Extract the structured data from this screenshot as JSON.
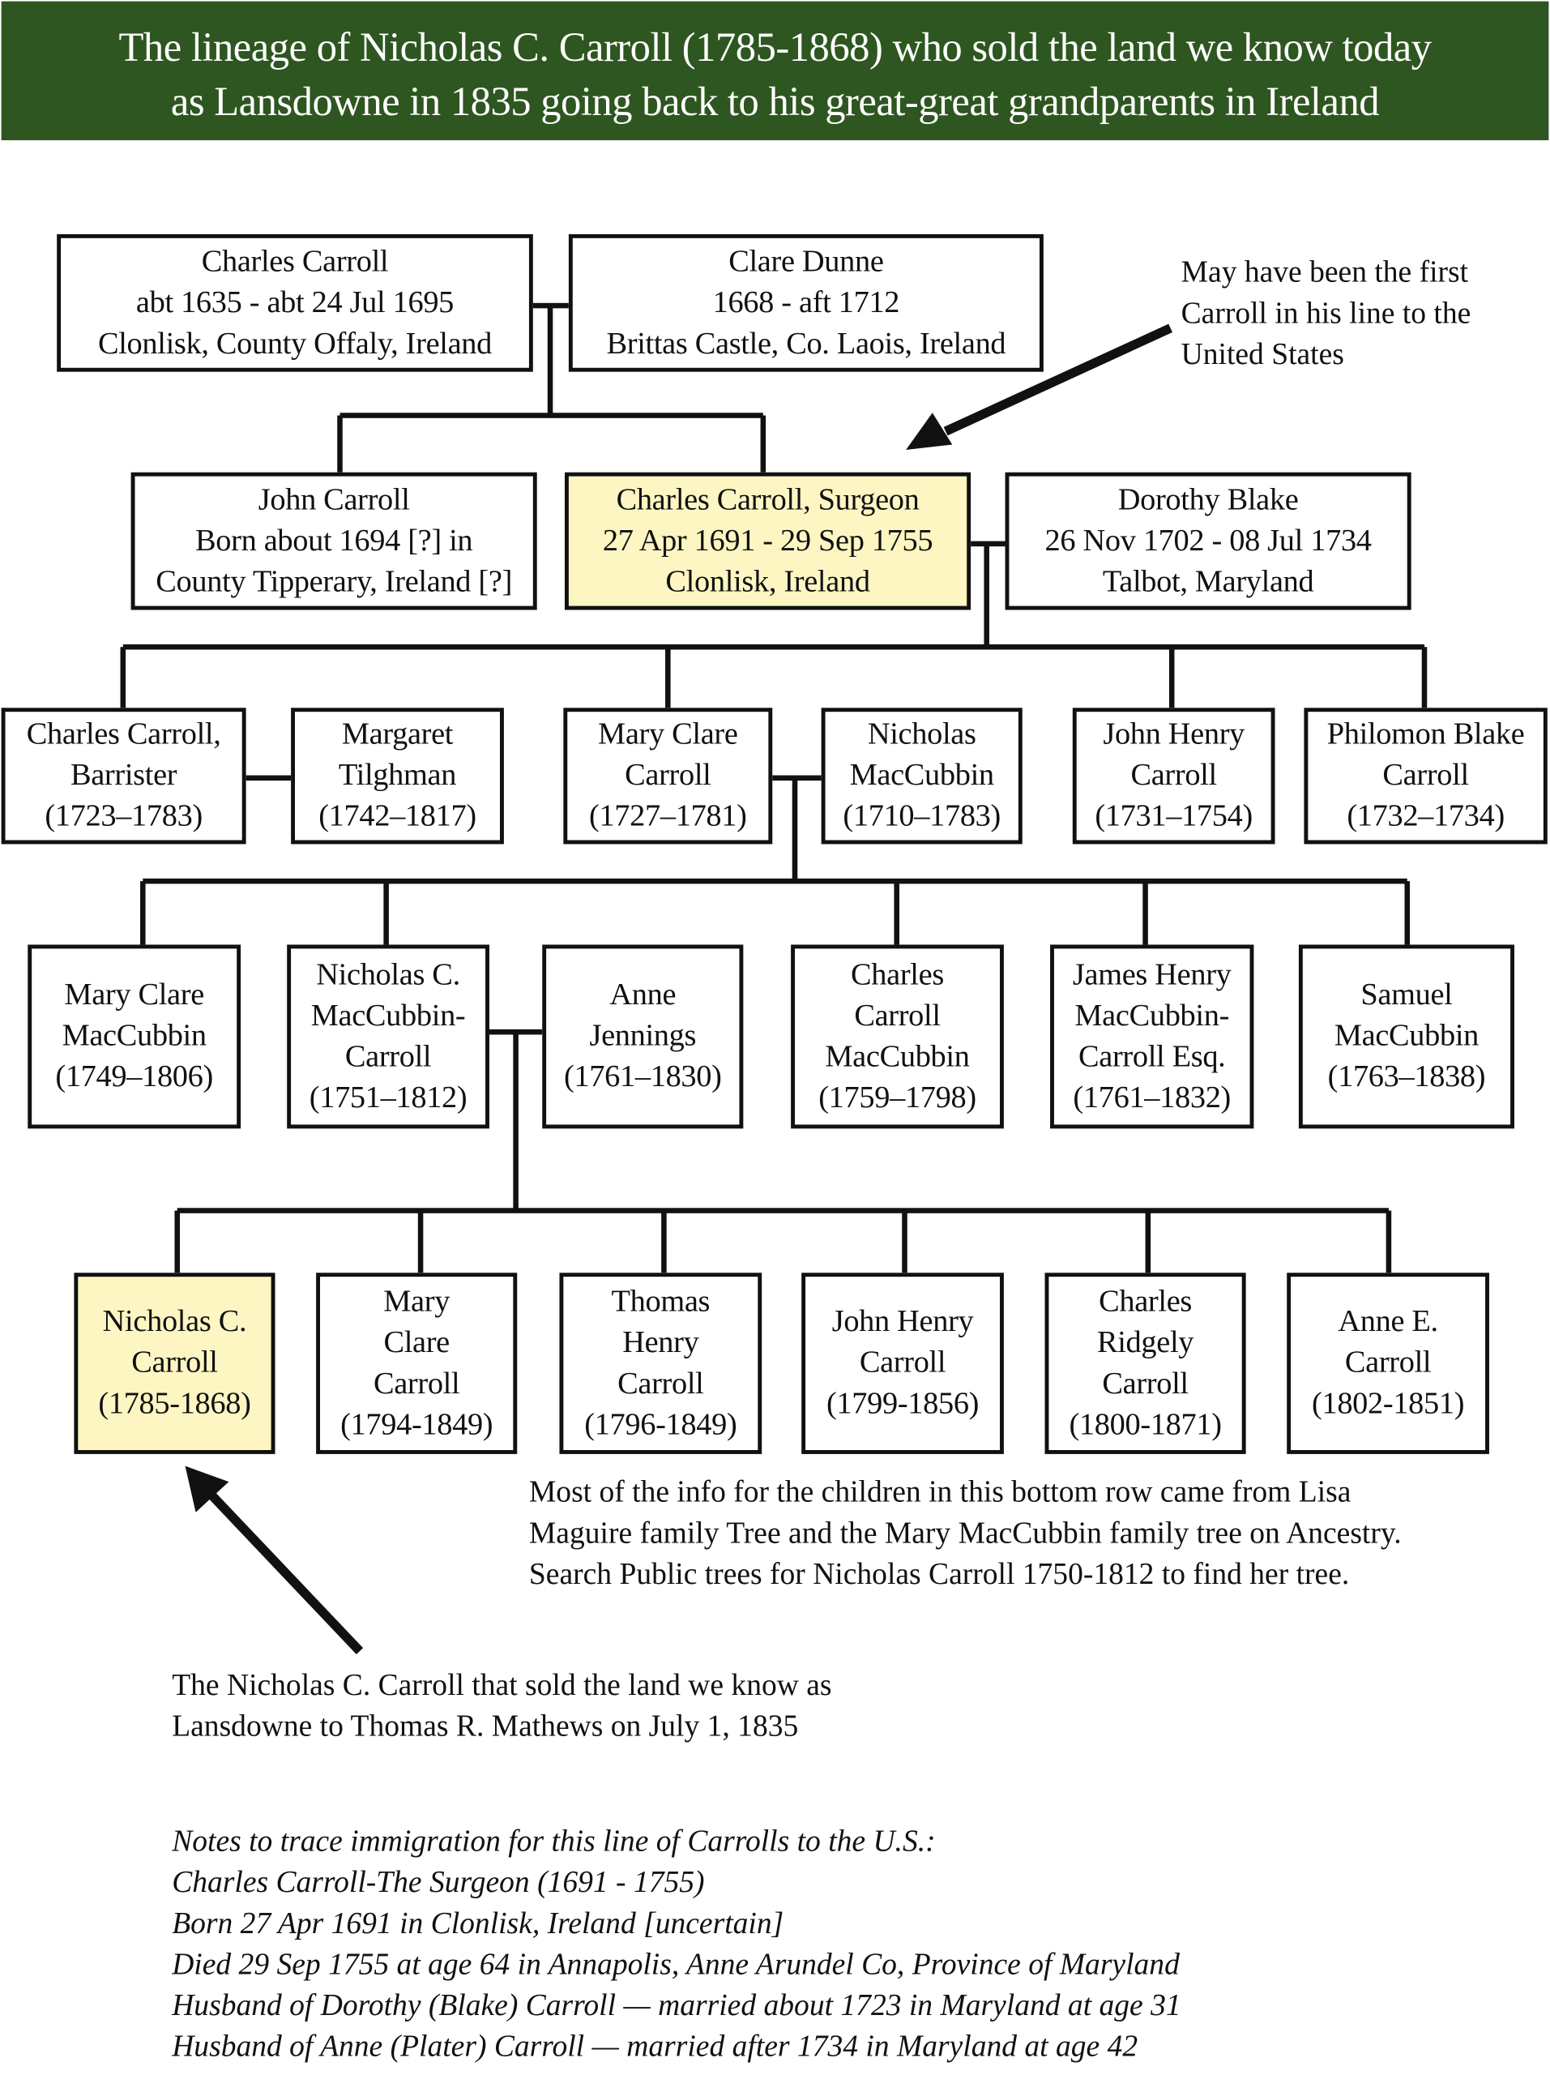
{
  "title": [
    "The lineage of Nicholas C. Carroll (1785-1868) who sold the land we know today",
    "as Lansdowne in 1835 going back to his great-great grandparents in Ireland"
  ],
  "highlight_color": "#fdf6c3",
  "banner_color": "#2e5620",
  "people": [
    {
      "id": "charles-carroll-1635",
      "lines": [
        "Charles Carroll",
        "abt 1635 - abt 24 Jul 1695",
        "Clonlisk, County Offaly, Ireland"
      ]
    },
    {
      "id": "clare-dunne",
      "lines": [
        "Clare Dunne",
        "1668 - aft 1712",
        "Brittas Castle, Co. Laois, Ireland"
      ]
    },
    {
      "id": "john-carroll-1694",
      "lines": [
        "John Carroll",
        "Born about 1694 [?] in",
        "County Tipperary, Ireland [?]"
      ]
    },
    {
      "id": "charles-carroll-surgeon",
      "highlight": true,
      "lines": [
        "Charles Carroll, Surgeon",
        "27 Apr 1691 - 29 Sep 1755",
        "Clonlisk, Ireland"
      ]
    },
    {
      "id": "dorothy-blake",
      "lines": [
        "Dorothy Blake",
        "26 Nov 1702 - 08 Jul 1734",
        "Talbot, Maryland"
      ]
    },
    {
      "id": "charles-carroll-barrister",
      "lines": [
        "Charles Carroll,",
        "Barrister",
        "(1723–1783)"
      ]
    },
    {
      "id": "margaret-tilghman",
      "lines": [
        "Margaret",
        "Tilghman",
        "(1742–1817)"
      ]
    },
    {
      "id": "mary-clare-carroll-1727",
      "lines": [
        "Mary Clare",
        "Carroll",
        "(1727–1781)"
      ]
    },
    {
      "id": "nicholas-maccubbin",
      "lines": [
        "Nicholas",
        "MacCubbin",
        "(1710–1783)"
      ]
    },
    {
      "id": "john-henry-carroll-1731",
      "lines": [
        "John Henry",
        "Carroll",
        "(1731–1754)"
      ]
    },
    {
      "id": "philomon-blake-carroll",
      "lines": [
        "Philomon Blake",
        "Carroll",
        "(1732–1734)"
      ]
    },
    {
      "id": "mary-clare-maccubbin",
      "lines": [
        "Mary Clare",
        "MacCubbin",
        "(1749–1806)"
      ]
    },
    {
      "id": "nicholas-c-maccubbin-carroll",
      "lines": [
        "Nicholas C.",
        "MacCubbin-",
        "Carroll",
        "(1751–1812)"
      ]
    },
    {
      "id": "anne-jennings",
      "lines": [
        "Anne",
        "Jennings",
        "(1761–1830)"
      ]
    },
    {
      "id": "charles-carroll-maccubbin",
      "lines": [
        "Charles",
        "Carroll",
        "MacCubbin",
        "(1759–1798)"
      ]
    },
    {
      "id": "james-henry-maccubbin-carroll",
      "lines": [
        "James Henry",
        "MacCubbin-",
        "Carroll Esq.",
        "(1761–1832)"
      ]
    },
    {
      "id": "samuel-maccubbin",
      "lines": [
        "Samuel",
        "MacCubbin",
        "(1763–1838)"
      ]
    },
    {
      "id": "nicholas-c-carroll",
      "highlight": true,
      "lines": [
        "Nicholas C.",
        "Carroll",
        "(1785-1868)"
      ]
    },
    {
      "id": "mary-clare-carroll-1794",
      "lines": [
        "Mary",
        "Clare",
        "Carroll",
        "(1794-1849)"
      ]
    },
    {
      "id": "thomas-henry-carroll",
      "lines": [
        "Thomas",
        "Henry",
        "Carroll",
        "(1796-1849)"
      ]
    },
    {
      "id": "john-henry-carroll-1799",
      "lines": [
        "John Henry",
        "Carroll",
        "(1799-1856)"
      ]
    },
    {
      "id": "charles-ridgely-carroll",
      "lines": [
        "Charles",
        "Ridgely",
        "Carroll",
        "(1800-1871)"
      ]
    },
    {
      "id": "anne-e-carroll",
      "lines": [
        "Anne E.",
        "Carroll",
        "(1802-1851)"
      ]
    }
  ],
  "annotation_first_carroll": [
    "May have been the first",
    "Carroll in his line to the",
    "United States"
  ],
  "source_note": [
    "Most of the info for the children in this bottom row came from Lisa",
    "Maguire family Tree and the Mary MacCubbin family tree on Ancestry.",
    "Search Public trees for Nicholas Carroll 1750-1812 to find her tree."
  ],
  "land_sale_note": [
    "The Nicholas C. Carroll that sold the land we know as",
    "Lansdowne to Thomas R. Mathews on July 1, 1835"
  ],
  "immigration_notes": [
    "Notes to trace immigration for this line of Carrolls to the U.S.:",
    "Charles Carroll-The Surgeon (1691 - 1755)",
    "Born 27 Apr 1691 in Clonlisk, Ireland  [uncertain]",
    "Died 29 Sep 1755 at age 64 in Annapolis, Anne Arundel Co, Province of Maryland",
    "Husband of Dorothy (Blake) Carroll — married about 1723 in Maryland at age 31",
    "Husband of Anne (Plater) Carroll — married after 1734 in Maryland at age 42"
  ]
}
